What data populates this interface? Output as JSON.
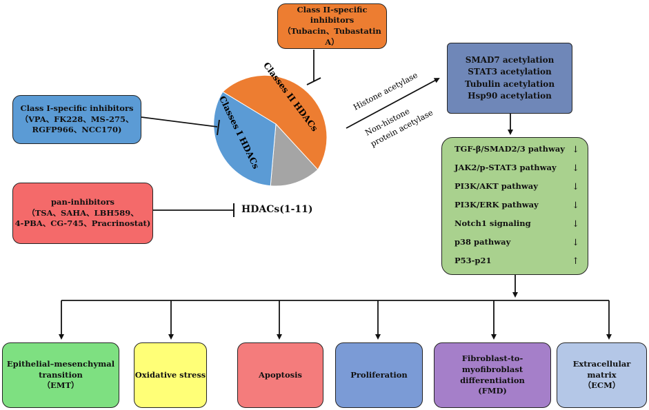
{
  "class2_box": {
    "title": "Class II-specific inhibitors",
    "drugs": "（Tubacin、Tubastatin A）",
    "color": "#ED7D31"
  },
  "class1_box": {
    "title": "Class I-specific inhibitors",
    "drugs_line1": "（VPA、FK228、MS-275、",
    "drugs_line2": "RGFP966、NCC170)",
    "color": "#5B9BD5"
  },
  "pan_box": {
    "title": "pan-inhibitors",
    "drugs_line1": "（TSA、SAHA、LBH589、",
    "drugs_line2": "4-PBA、CG-745、Pracrinostat)",
    "color": "#F46A6A"
  },
  "pie": {
    "class2_label": "Classes II HDACs",
    "class1_label": "Classes I HDACs",
    "colors": {
      "class2": "#ED7D31",
      "class1": "#5B9BD5",
      "other": "#A5A5A5"
    }
  },
  "hdacs_label": "HDACs(1-11)",
  "arrow_labels": {
    "histone": "Histone acetylase",
    "nonhistone_line1": "Non-histone",
    "nonhistone_line2": "protein acetylase"
  },
  "acetylation_box": {
    "items": [
      "SMAD7 acetylation",
      "STAT3 acetylation",
      "Tubulin acetylation",
      "Hsp90 acetylation"
    ],
    "color": "#6F87B8"
  },
  "pathway_box": {
    "color": "#A9D18E",
    "items": [
      {
        "label": "TGF-β/SMAD2/3 pathway",
        "arrow": "↓"
      },
      {
        "label": "JAK2/p-STAT3 pathway",
        "arrow": "↓"
      },
      {
        "label": "PI3K/AKT pathway",
        "arrow": "↓"
      },
      {
        "label": "PI3K/ERK pathway",
        "arrow": "↓"
      },
      {
        "label": "Notch1 signaling",
        "arrow": "↓"
      },
      {
        "label": "p38 pathway",
        "arrow": "↓"
      },
      {
        "label": "P53-p21",
        "arrow": "↑"
      }
    ]
  },
  "outcomes": [
    {
      "lines": [
        "Epithelial–mesenchymal",
        "transition",
        "（EMT）"
      ],
      "color": "#7EE081"
    },
    {
      "lines": [
        "Oxidative stress"
      ],
      "color": "#FFFF77"
    },
    {
      "lines": [
        "Apoptosis"
      ],
      "color": "#F47C7C"
    },
    {
      "lines": [
        "Proliferation"
      ],
      "color": "#7B9BD6"
    },
    {
      "lines": [
        "Fibroblast-to-myofibroblast",
        "differentiation",
        "(FMD)"
      ],
      "color": "#A57FC9"
    },
    {
      "lines": [
        "Extracellular matrix",
        "（ECM）"
      ],
      "color": "#B4C7E7"
    }
  ]
}
